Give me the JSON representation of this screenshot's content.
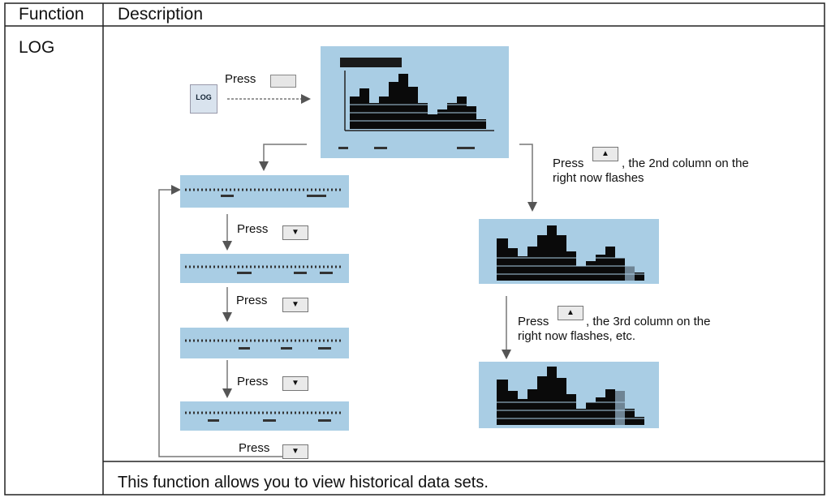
{
  "table": {
    "header_function": "Function",
    "header_description": "Description",
    "row_function": "LOG",
    "row_summary": "This function allows you to view historical data sets."
  },
  "diagram": {
    "log_key": "LOG",
    "press": "Press",
    "caption_2nd": ", the 2nd column on the",
    "caption_2nd_b": "right now flashes",
    "caption_3rd": ", the 3rd column on the",
    "caption_3rd_b": "right now flashes, etc."
  },
  "icons": {
    "up_key": "up-arrow-key-icon",
    "down_key": "down-arrow-key-icon"
  },
  "colors": {
    "lcd_background": "#a9cde4",
    "bars": "#0a0a0a"
  }
}
